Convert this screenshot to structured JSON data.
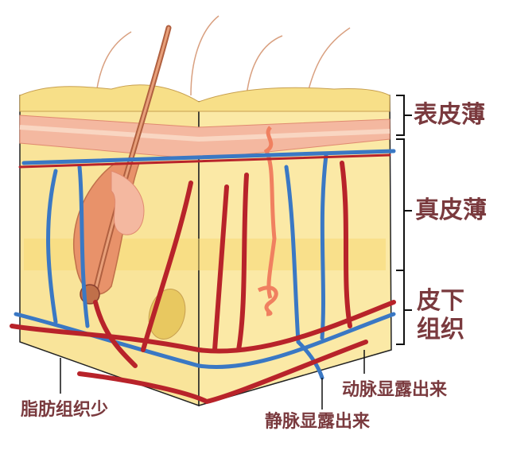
{
  "diagram": {
    "title": "",
    "layers": [
      {
        "id": "epidermis",
        "label": "表皮薄"
      },
      {
        "id": "dermis",
        "label": "真皮薄"
      },
      {
        "id": "subcutaneous",
        "label_line1": "皮下",
        "label_line2": "组织"
      }
    ],
    "callouts": {
      "fat": "脂肪组织少",
      "artery": "动脉显露出来",
      "vein": "静脉显露出来"
    },
    "colors": {
      "label_text": "#7a3a3e",
      "skin_yellow": "#f9e49a",
      "epidermis_pink": "#f4b8a0",
      "artery_red": "#b8232a",
      "vein_blue": "#3a78c4",
      "hair_brown": "#c0704a",
      "line_black": "#222222"
    }
  }
}
